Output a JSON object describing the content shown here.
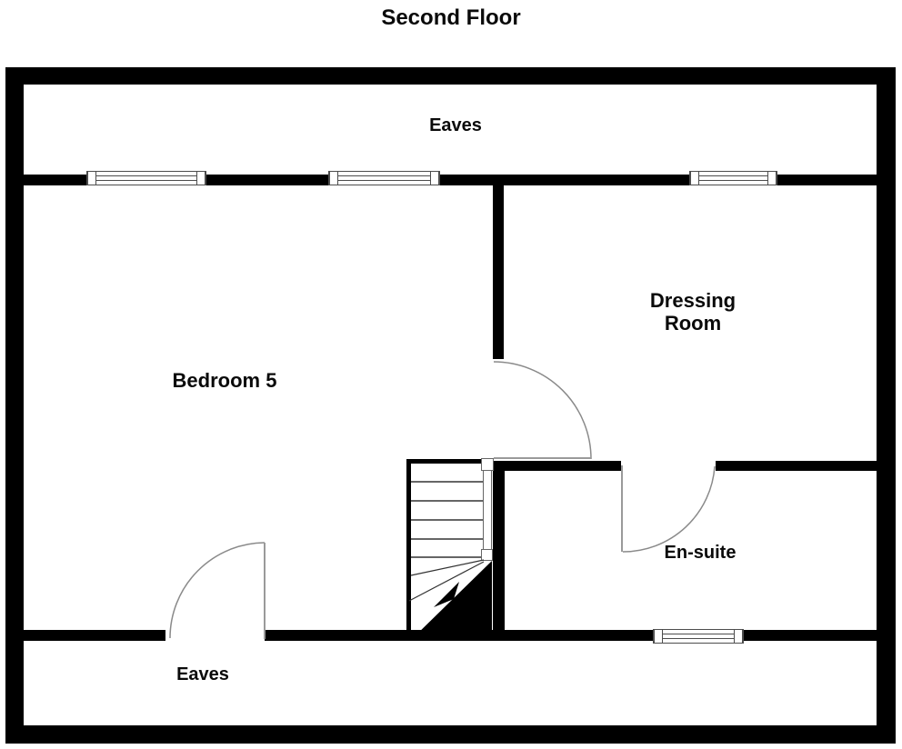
{
  "title": "Second Floor",
  "plan": {
    "rooms": [
      {
        "name": "eaves-top",
        "label": "Eaves"
      },
      {
        "name": "bedroom-5",
        "label": "Bedroom 5"
      },
      {
        "name": "dressing-room",
        "label": "Dressing Room"
      },
      {
        "name": "en-suite",
        "label": "En-suite"
      },
      {
        "name": "eaves-bottom",
        "label": "Eaves"
      }
    ],
    "colors": {
      "wall": "#000000",
      "floor": "#ffffff",
      "door_swing": "#8a8a8a",
      "window_frame": "#4d4d4d",
      "stair_detail": "#333333"
    }
  }
}
